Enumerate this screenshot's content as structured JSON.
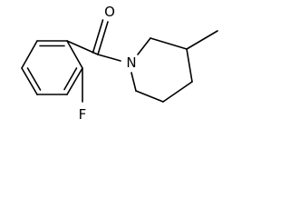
{
  "molecule": {
    "atoms": {
      "oxygen": "O",
      "nitrogen": "N",
      "fluorine": "F"
    }
  },
  "colors": {
    "bond": "#000000",
    "background": "#ffffff"
  }
}
